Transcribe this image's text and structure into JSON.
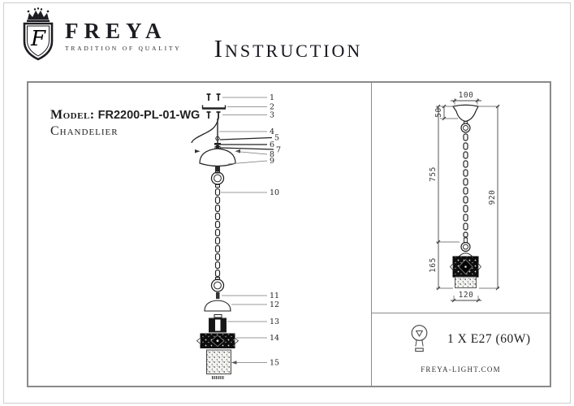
{
  "brand": {
    "name": "FREYA",
    "tagline": "TRADITION OF QUALITY",
    "monogram": "F"
  },
  "title": "Instruction",
  "model": {
    "label": "Model:",
    "number": "FR2200-PL-01-WG",
    "type": "Chandelier"
  },
  "diagram": {
    "callouts": [
      "1",
      "2",
      "3",
      "4",
      "5",
      "6",
      "7",
      "8",
      "9",
      "10",
      "11",
      "12",
      "13",
      "14",
      "15"
    ]
  },
  "dimensions": {
    "canopy_width": "100",
    "canopy_height": "50",
    "chain_length": "755",
    "total_height": "920",
    "lamp_height": "165",
    "lamp_width": "120"
  },
  "specs": {
    "bulb": "1 X E27 (60W)",
    "website": "FREYA-LIGHT.COM"
  }
}
